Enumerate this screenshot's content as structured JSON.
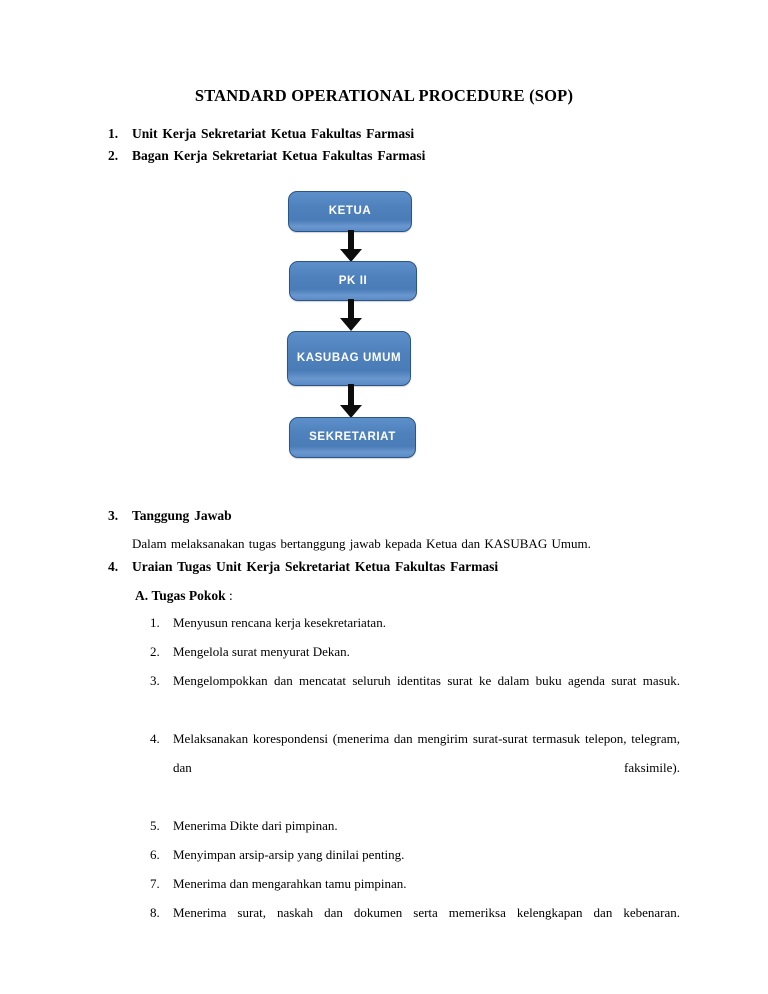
{
  "document": {
    "title": "STANDARD OPERATIONAL PROCEDURE (SOP)",
    "top_items": [
      {
        "num": "1.",
        "text": "Unit Kerja Sekretariat Ketua Fakultas Farmasi"
      },
      {
        "num": "2.",
        "text": "Bagan Kerja Sekretariat Ketua Fakultas Farmasi"
      }
    ],
    "section_tanggung_jawab": {
      "num": "3.",
      "heading": "Tanggung Jawab",
      "paragraph": "Dalam melaksanakan tugas bertanggung jawab kepada Ketua dan KASUBAG Umum."
    },
    "section_uraian_tugas": {
      "num": "4.",
      "heading": "Uraian Tugas Unit Kerja Sekretariat Ketua Fakultas Farmasi",
      "sub_letter": "A.",
      "sub_heading": "Tugas Pokok",
      "sub_heading_suffix": ":"
    },
    "tasks": [
      {
        "num": "1.",
        "text": "Menyusun rencana kerja kesekretariatan."
      },
      {
        "num": "2.",
        "text": "Mengelola surat menyurat Dekan."
      },
      {
        "num": "3.",
        "text": "Mengelompokkan dan mencatat seluruh identitas surat ke dalam buku agenda surat masuk."
      },
      {
        "num": "4.",
        "text": "Melaksanakan korespondensi (menerima dan mengirim surat-surat termasuk telepon, telegram, dan faksimile)."
      },
      {
        "num": "5.",
        "text": "Menerima Dikte dari pimpinan."
      },
      {
        "num": "6.",
        "text": "Menyimpan arsip-arsip yang dinilai penting."
      },
      {
        "num": "7.",
        "text": "Menerima dan mengarahkan tamu pimpinan."
      },
      {
        "num": "8.",
        "text": "Menerima surat, naskah dan dokumen serta memeriksa kelengkapan dan kebenaran."
      }
    ]
  },
  "chart_data": {
    "type": "diagram",
    "title": "Bagan Kerja Sekretariat Ketua Fakultas Farmasi",
    "orientation": "vertical-top-down",
    "nodes": [
      {
        "id": "ketua",
        "label": "KETUA"
      },
      {
        "id": "pkii",
        "label": "PK II"
      },
      {
        "id": "kasubag",
        "label": "KASUBAG UMUM"
      },
      {
        "id": "sekretariat",
        "label": "SEKRETARIAT"
      }
    ],
    "edges": [
      {
        "from": "ketua",
        "to": "pkii",
        "style": "arrow-down"
      },
      {
        "from": "pkii",
        "to": "kasubag",
        "style": "arrow-down"
      },
      {
        "from": "kasubag",
        "to": "sekretariat",
        "style": "arrow-down"
      }
    ],
    "colors": {
      "node_fill": "#4f81bd",
      "node_border": "#2b5586",
      "node_text": "#ffffff",
      "arrow": "#0d0d0d",
      "background": "#ffffff"
    }
  }
}
